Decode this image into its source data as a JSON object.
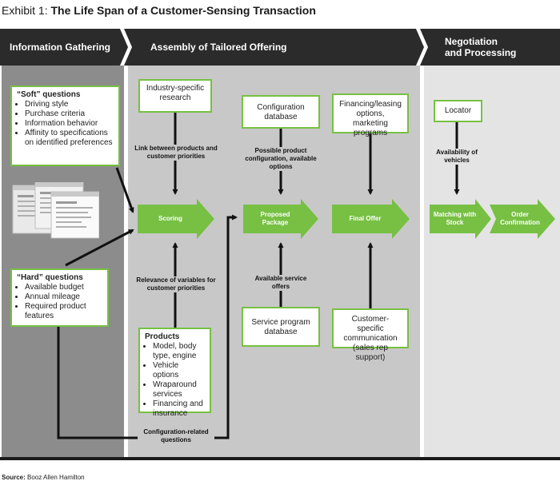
{
  "title": {
    "prefix": "Exhibit 1:",
    "main": "The Life Span of a Customer-Sensing Transaction"
  },
  "phases": [
    {
      "label": "Information Gathering"
    },
    {
      "label": "Assembly of Tailored Offering"
    },
    {
      "label_line1": "Negotiation",
      "label_line2": "and Processing"
    }
  ],
  "boxes": {
    "soft": {
      "heading": "“Soft” questions",
      "items": [
        "Driving style",
        "Purchase criteria",
        "Information behavior",
        "Affinity to specifications on identified preferences"
      ]
    },
    "hard": {
      "heading": "“Hard” questions",
      "items": [
        "Available budget",
        "Annual mileage",
        "Required product features"
      ]
    },
    "industry": "Industry-specific research",
    "products": {
      "heading": "Products",
      "items": [
        "Model, body type, engine",
        "Vehicle options",
        "Wraparound services",
        "Financing and insurance"
      ]
    },
    "config_db": "Configuration database",
    "service_db": "Service program database",
    "financing": "Financing/leasing options, marketing programs",
    "customer_comm": "Customer-specific communication (sales rep support)",
    "locator": "Locator"
  },
  "labels": {
    "link": "Link between products and customer priorities",
    "relevance": "Relevance of variables for customer priorities",
    "possible": "Possible product configuration, available options",
    "available_service": "Available service offers",
    "config_questions": "Configuration-related questions",
    "availability": "Availability of vehicles"
  },
  "steps": {
    "scoring": "Scoring",
    "proposed": "Proposed Package",
    "final": "Final Offer",
    "matching": "Matching with Stock",
    "order": "Order Confirmation"
  },
  "source": {
    "prefix": "Source:",
    "text": "Booz Allen Hamilton"
  },
  "colors": {
    "green": "#77c043",
    "dark": "#2b2b2b",
    "col1": "#8c8c8c",
    "col2": "#c8c8c8",
    "col3": "#e4e4e4"
  }
}
